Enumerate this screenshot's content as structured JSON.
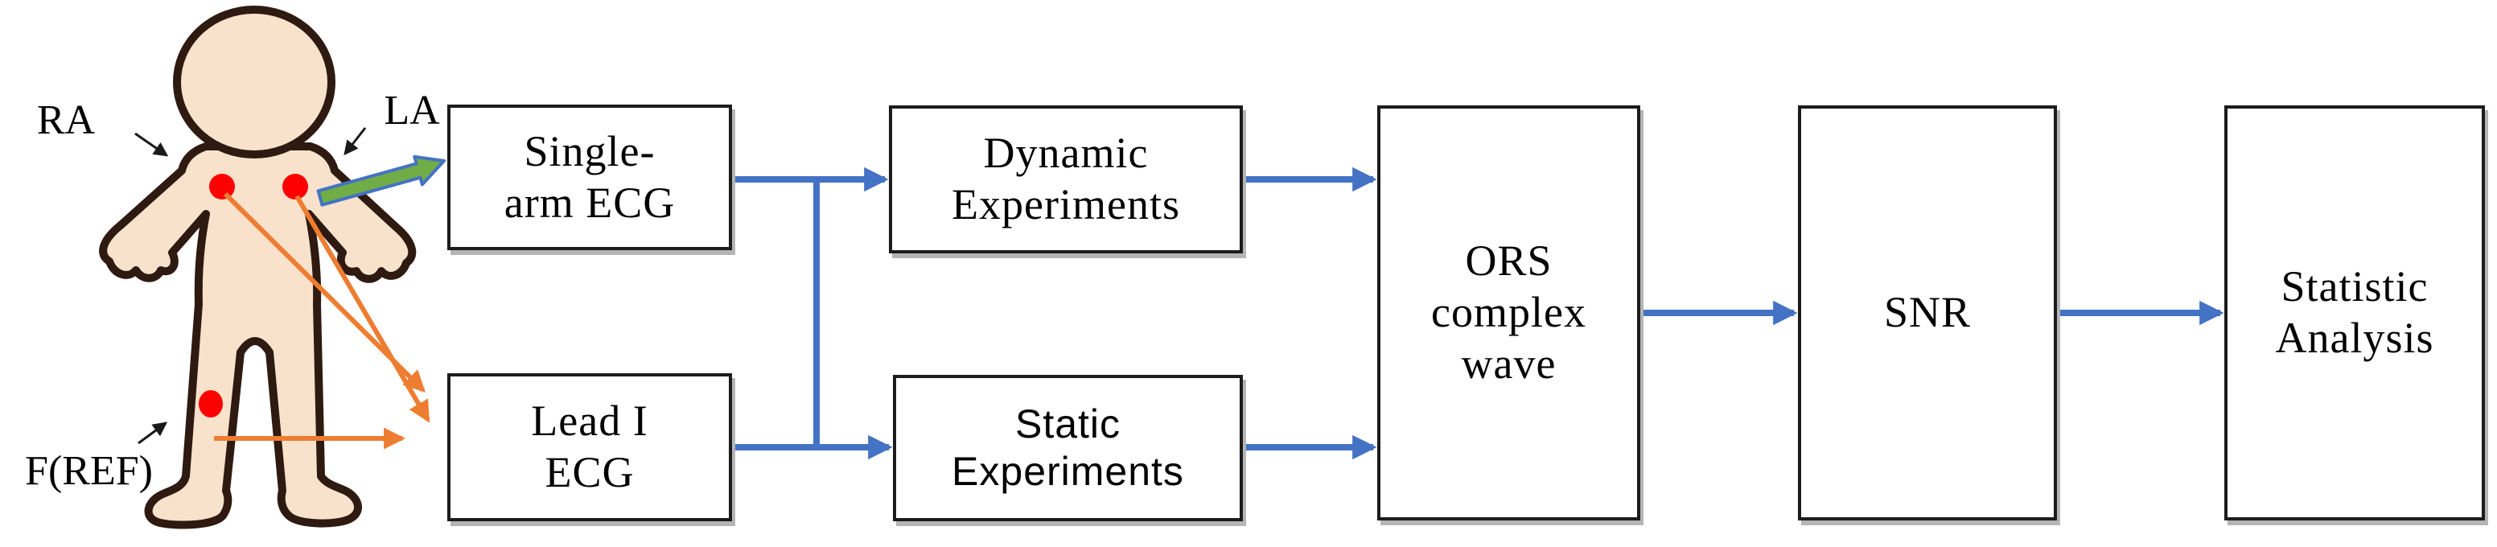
{
  "figure": {
    "labels": {
      "ra": "RA",
      "la": "LA",
      "f_ref": "F(REF)"
    },
    "electrodes": [
      "RA",
      "LA",
      "F(REF)"
    ]
  },
  "boxes": {
    "single_arm": {
      "line1": "Single-",
      "line2": "arm ECG"
    },
    "lead1": {
      "line1": "Lead I",
      "line2": "ECG"
    },
    "dynamic": {
      "line1": "Dynamic",
      "line2": "Experiments"
    },
    "static": {
      "line1": "Static",
      "line2": "Experiments"
    },
    "ors": {
      "line1": "ORS",
      "line2": "complex",
      "line3": "wave"
    },
    "snr": {
      "line1": "SNR"
    },
    "statistic": {
      "line1": "Statistic",
      "line2": "Analysis"
    }
  },
  "colors": {
    "connector_blue": "#4472C4",
    "lead_orange": "#ED7D31",
    "single_arm_green": "#70AD47",
    "electrode_red": "#FF0000",
    "skin": "#F9E2CC",
    "body_outline": "#2E1A10",
    "box_border": "#1C1C1C"
  }
}
